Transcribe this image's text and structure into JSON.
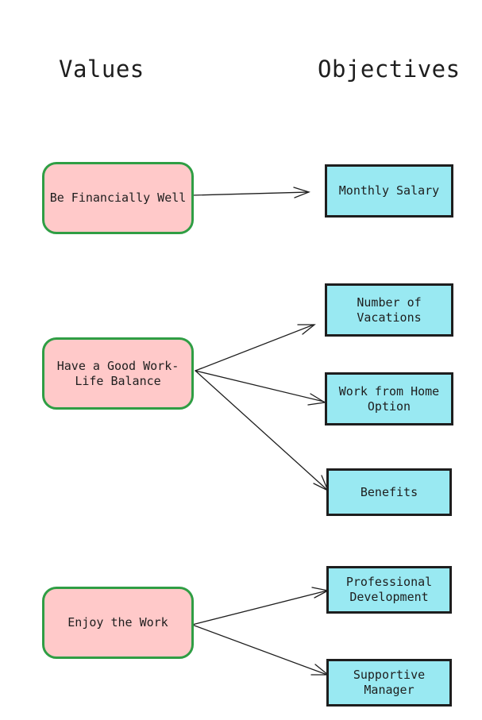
{
  "headings": {
    "values": "Values",
    "objectives": "Objectives"
  },
  "values": [
    {
      "label": "Be Financially Well"
    },
    {
      "label": "Have a Good Work-\nLife Balance"
    },
    {
      "label": "Enjoy the Work"
    }
  ],
  "objectives": [
    {
      "label": "Monthly Salary"
    },
    {
      "label": "Number of\nVacations"
    },
    {
      "label": "Work from Home\nOption"
    },
    {
      "label": "Benefits"
    },
    {
      "label": "Professional\nDevelopment"
    },
    {
      "label": "Supportive\nManager"
    }
  ],
  "colors": {
    "value_fill": "#ffc9c9",
    "value_stroke": "#2f9e44",
    "objective_fill": "#99e9f2",
    "stroke": "#1e1e1e"
  }
}
